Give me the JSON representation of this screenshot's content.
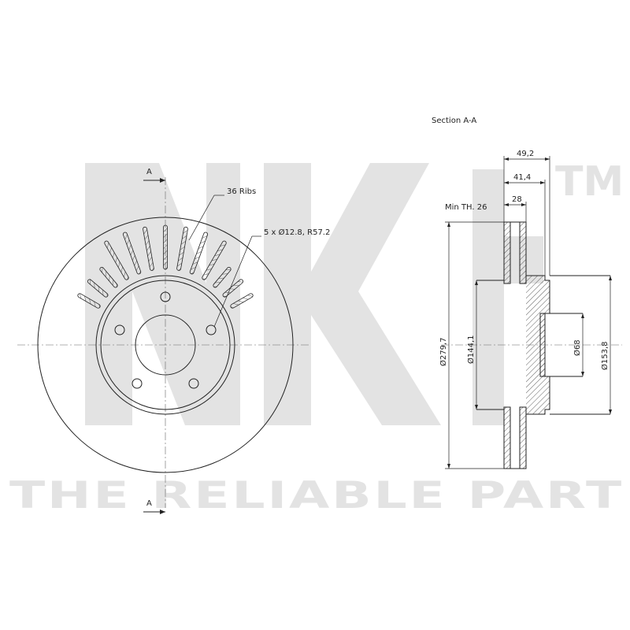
{
  "watermark": {
    "logo": "NK",
    "trademark": "TM",
    "tagline": "THE RELIABLE PART"
  },
  "labels": {
    "section_title": "Section A-A",
    "section_marker_top": "A",
    "section_marker_bottom": "A",
    "ribs": "36 Ribs",
    "bolt_holes": "5 x Ø12.8, R57.2",
    "min_thickness": "Min TH. 26"
  },
  "dimensions": {
    "total_height": "49,2",
    "disc_height": "41,4",
    "thickness": "28",
    "outer_diameter": "Ø279,7",
    "hat_diameter": "Ø144,1",
    "center_bore": "Ø68",
    "hub_diameter": "Ø153,8"
  },
  "colors": {
    "line": "#222222",
    "watermark": "#e3e3e3",
    "background": "#ffffff"
  }
}
